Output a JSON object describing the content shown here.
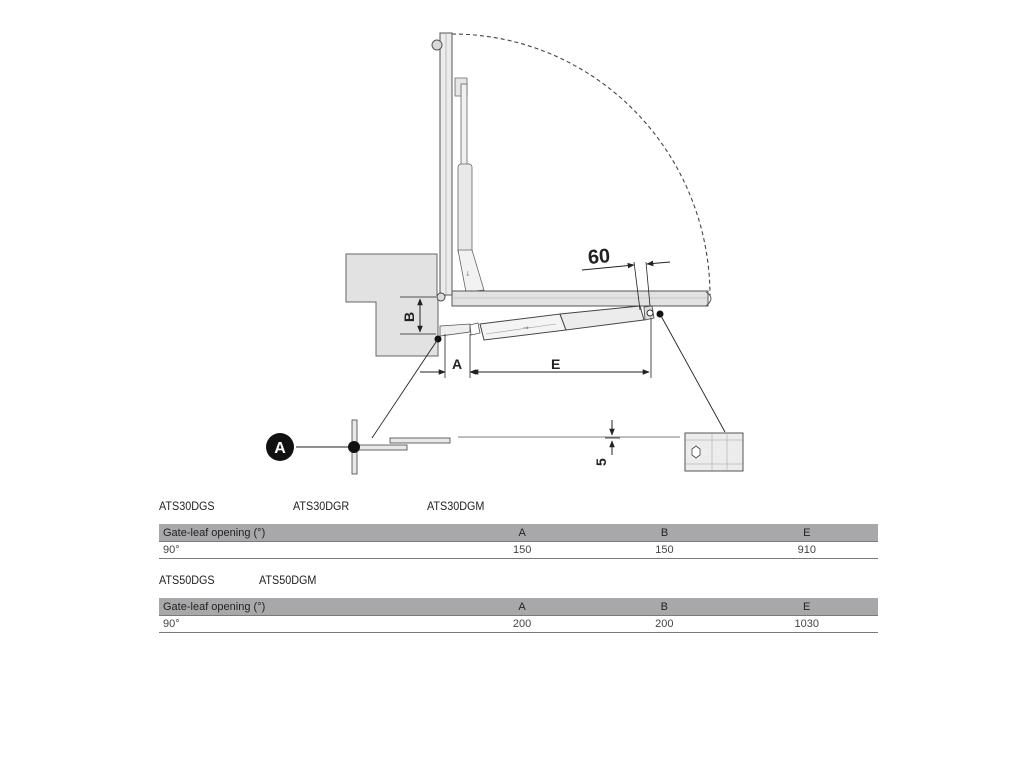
{
  "diagram": {
    "dim_60": "60",
    "dim_A": "A",
    "dim_B": "B",
    "dim_E": "E",
    "dim_5": "5",
    "callout_A": "A"
  },
  "group1": {
    "models": [
      "ATS30DGS",
      "ATS30DGR",
      "ATS30DGM"
    ],
    "headers": [
      "Gate-leaf opening (°)",
      "A",
      "B",
      "E"
    ],
    "rows": [
      [
        "90°",
        "150",
        "150",
        "910"
      ]
    ]
  },
  "group2": {
    "models": [
      "ATS50DGS",
      "ATS50DGM"
    ],
    "headers": [
      "Gate-leaf opening (°)",
      "A",
      "B",
      "E"
    ],
    "rows": [
      [
        "90°",
        "200",
        "200",
        "1030"
      ]
    ]
  }
}
